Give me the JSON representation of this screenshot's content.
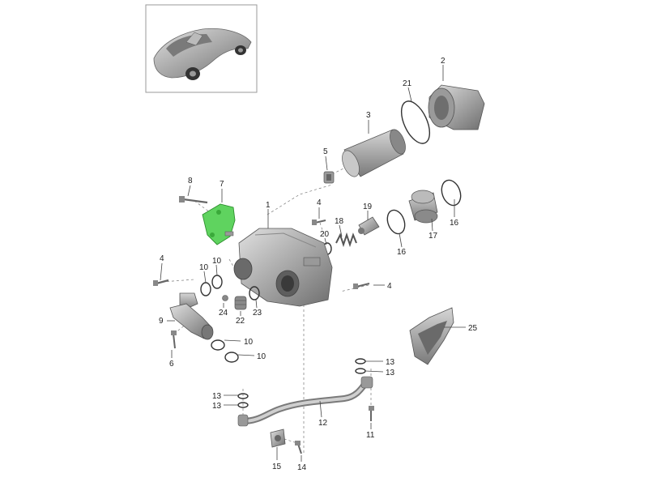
{
  "parts": [
    {
      "id": "p1",
      "number": "1"
    },
    {
      "id": "p2",
      "number": "2"
    },
    {
      "id": "p3",
      "number": "3"
    },
    {
      "id": "p4a",
      "number": "4"
    },
    {
      "id": "p4b",
      "number": "4"
    },
    {
      "id": "p4c",
      "number": "4"
    },
    {
      "id": "p5",
      "number": "5"
    },
    {
      "id": "p6",
      "number": "6"
    },
    {
      "id": "p7",
      "number": "7"
    },
    {
      "id": "p8",
      "number": "8"
    },
    {
      "id": "p9",
      "number": "9"
    },
    {
      "id": "p10a",
      "number": "10"
    },
    {
      "id": "p10b",
      "number": "10"
    },
    {
      "id": "p10c",
      "number": "10"
    },
    {
      "id": "p10d",
      "number": "10"
    },
    {
      "id": "p11",
      "number": "11"
    },
    {
      "id": "p12",
      "number": "12"
    },
    {
      "id": "p13a",
      "number": "13"
    },
    {
      "id": "p13b",
      "number": "13"
    },
    {
      "id": "p13c",
      "number": "13"
    },
    {
      "id": "p13d",
      "number": "13"
    },
    {
      "id": "p14",
      "number": "14"
    },
    {
      "id": "p15",
      "number": "15"
    },
    {
      "id": "p16a",
      "number": "16"
    },
    {
      "id": "p16b",
      "number": "16"
    },
    {
      "id": "p17",
      "number": "17"
    },
    {
      "id": "p18",
      "number": "18"
    },
    {
      "id": "p19",
      "number": "19"
    },
    {
      "id": "p20",
      "number": "20"
    },
    {
      "id": "p21",
      "number": "21"
    },
    {
      "id": "p22",
      "number": "22"
    },
    {
      "id": "p23",
      "number": "23"
    },
    {
      "id": "p24",
      "number": "24"
    },
    {
      "id": "p25",
      "number": "25"
    }
  ],
  "highlight": {
    "part_number": "7",
    "color": "#5fd35f"
  },
  "colors": {
    "part_fill": "#bdbdbd",
    "part_dark": "#8c8c8c",
    "frame": "#9a9a9a"
  }
}
